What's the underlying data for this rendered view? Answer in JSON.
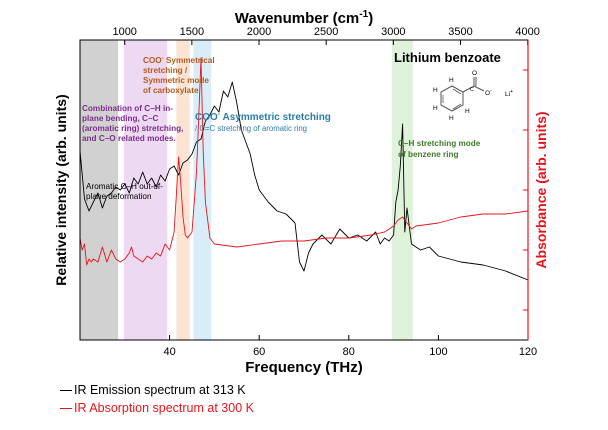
{
  "chart_data": {
    "type": "line",
    "title": "Lithium benzoate",
    "xlabel": "Frequency (THz)",
    "ylabel_left": "Relative intensity (arb. units)",
    "ylabel_right": "Absorbance (arb. units)",
    "x2label": "Wavenumber (cm",
    "x2label_sup": "-1",
    "x2label_tail": ")",
    "xlim": [
      20,
      120
    ],
    "ylim": [
      0,
      10
    ],
    "x_ticks": [
      40,
      60,
      80,
      100,
      120
    ],
    "x2_ticks": [
      1000,
      1500,
      2000,
      2500,
      3000,
      3500,
      4000
    ],
    "y_grid": false,
    "legend_position": "bottom-left",
    "colors": {
      "emission": "#000000",
      "absorption": "#e8141c",
      "gray": "#cfcfcf",
      "purple": "#ecd7f1",
      "orange": "#fbe3d2",
      "blue": "#d6ecf7",
      "green": "#dcf2d7"
    },
    "bands": [
      {
        "name": "gray",
        "x0": 20.0,
        "x1": 28.5
      },
      {
        "name": "purple",
        "x0": 29.8,
        "x1": 39.5
      },
      {
        "name": "orange",
        "x0": 41.5,
        "x1": 44.5
      },
      {
        "name": "blue",
        "x0": 45.3,
        "x1": 49.3
      },
      {
        "name": "green",
        "x0": 89.6,
        "x1": 94.3
      }
    ],
    "annotations": {
      "a1": "Aromatic C–H out-of-",
      "a2": "plane deformation",
      "b1": "Combination of C–H in-",
      "b2": "plane bending, C–C",
      "b3": "(aromatic ring) stretching,",
      "b4": "and C–O related modes.",
      "c1": "COO",
      "c1b": "Symmetrical",
      "c2": "stretching /",
      "c3": "Symmetric mode",
      "c4": "of carboxylate",
      "d1": "COO",
      "d1b": "Asymmetric stretching",
      "d2": "/ C=C stretching of aromatic ring",
      "e1": "C–H stretching mode",
      "e2": "of benzene ring",
      "sup_minus": "-",
      "mol_O": "O",
      "mol_Ominus": "O",
      "mol_Li": "Li",
      "mol_C": "C",
      "mol_H": "H"
    },
    "series": [
      {
        "name": "IR Emission spectrum at 313 K",
        "x": [
          20,
          21,
          22,
          23,
          24,
          25,
          26,
          27,
          28,
          29,
          30,
          31,
          32,
          33,
          34,
          35,
          36,
          37,
          38,
          39,
          40,
          41,
          42,
          43,
          44,
          45,
          46,
          47,
          48,
          49,
          50,
          51,
          52,
          53,
          54,
          55,
          56,
          57,
          58,
          59,
          60,
          62,
          64,
          66,
          68,
          69,
          70,
          71,
          72,
          74,
          76,
          78,
          80,
          82,
          84,
          86,
          87,
          88,
          89,
          90,
          90.5,
          91,
          91.5,
          92,
          92.5,
          93,
          94,
          96,
          98,
          100,
          105,
          110,
          115,
          120
        ],
        "y": [
          6.3,
          4.7,
          4.3,
          4.6,
          4.9,
          4.4,
          4.8,
          4.9,
          5.1,
          5.0,
          5.2,
          4.9,
          5.4,
          5.2,
          5.6,
          5.2,
          5.4,
          5.1,
          5.5,
          5.3,
          5.7,
          5.8,
          5.5,
          5.9,
          6.0,
          6.2,
          6.6,
          6.7,
          7.3,
          7.5,
          7.8,
          7.6,
          8.3,
          8.1,
          8.6,
          7.9,
          7.0,
          6.6,
          6.2,
          5.5,
          5.0,
          4.6,
          4.3,
          4.2,
          3.9,
          2.6,
          2.3,
          2.9,
          3.2,
          3.5,
          3.2,
          3.7,
          3.4,
          3.5,
          3.3,
          3.6,
          3.2,
          3.4,
          3.3,
          3.5,
          4.6,
          5.0,
          5.8,
          7.2,
          3.6,
          4.4,
          3.2,
          3.0,
          3.1,
          2.8,
          2.6,
          2.5,
          2.3,
          2.0
        ]
      },
      {
        "name": "IR Absorption spectrum at 300 K",
        "x": [
          20,
          20.5,
          21,
          21.5,
          22,
          22.5,
          23,
          24,
          25,
          26,
          27,
          28,
          29,
          30,
          31,
          31.5,
          32,
          33,
          34,
          35,
          36,
          37,
          38,
          39,
          40,
          41,
          41.5,
          42,
          42.5,
          43,
          43.5,
          44,
          45,
          46,
          46.5,
          47,
          47.5,
          48,
          49,
          50,
          55,
          60,
          65,
          70,
          75,
          80,
          85,
          88,
          90,
          91,
          92,
          93,
          94,
          95,
          100,
          105,
          110,
          115,
          120
        ],
        "y": [
          3.4,
          3.0,
          3.2,
          2.5,
          2.7,
          2.6,
          2.7,
          2.6,
          3.1,
          2.6,
          3.0,
          2.7,
          2.6,
          2.7,
          2.9,
          3.1,
          2.8,
          2.7,
          2.6,
          2.8,
          2.7,
          2.9,
          2.8,
          3.2,
          3.0,
          3.6,
          4.8,
          6.1,
          5.2,
          4.1,
          3.5,
          3.4,
          3.6,
          5.6,
          7.4,
          9.4,
          6.3,
          4.6,
          3.4,
          3.2,
          3.1,
          3.2,
          3.3,
          3.3,
          3.4,
          3.4,
          3.5,
          3.6,
          3.8,
          4.0,
          4.1,
          3.9,
          3.7,
          3.8,
          3.9,
          4.1,
          4.2,
          4.2,
          4.3
        ]
      }
    ]
  }
}
